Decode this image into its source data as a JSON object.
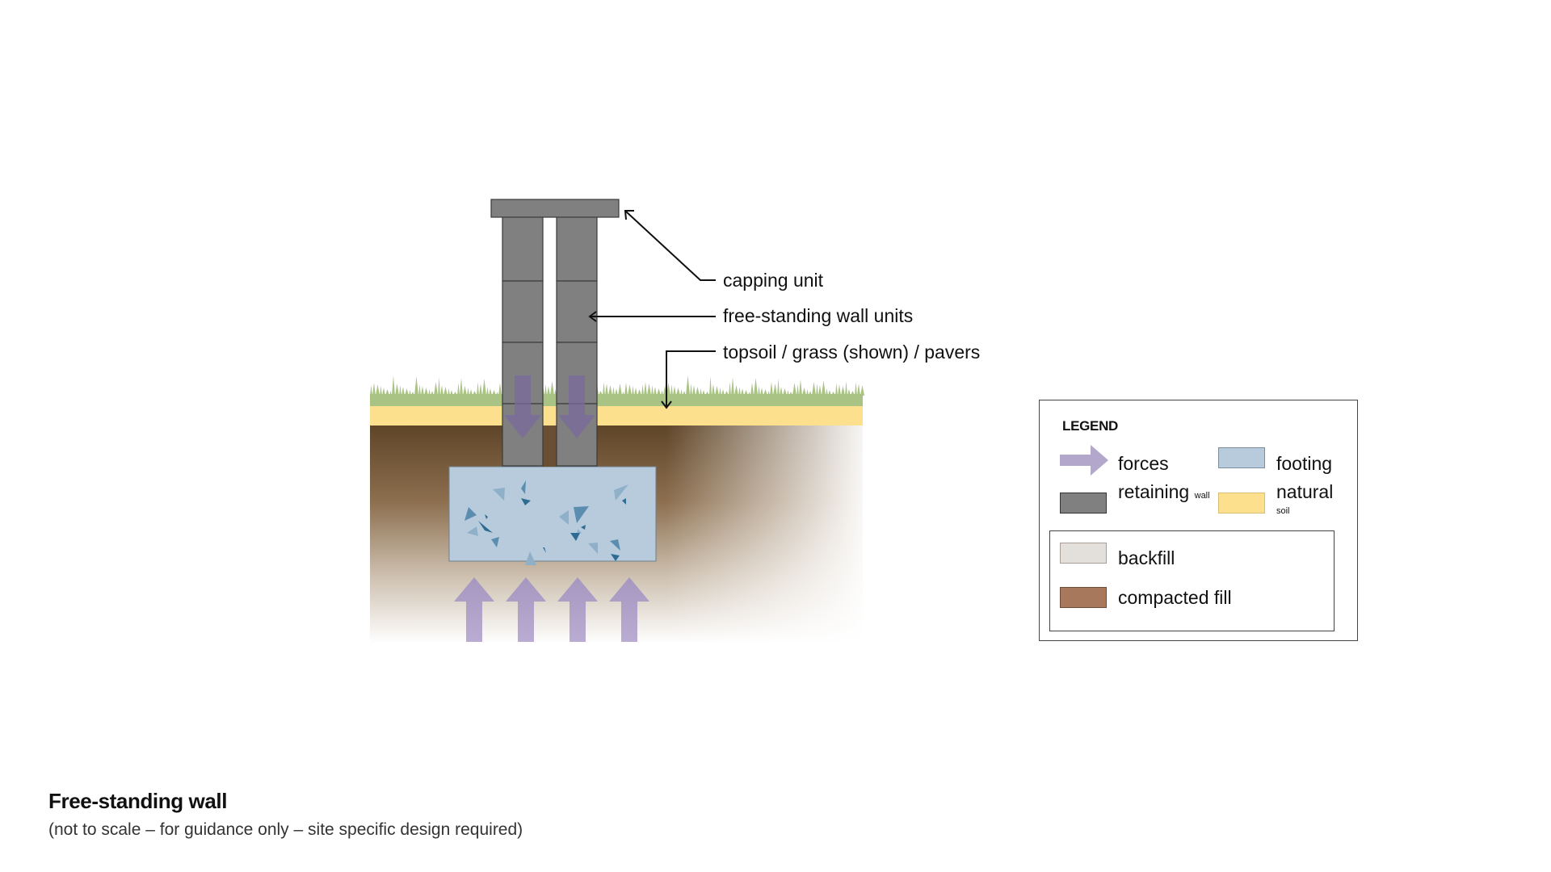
{
  "callouts": {
    "capping_unit": "capping unit",
    "wall_units": "free-standing wall units",
    "topsoil": "topsoil / grass (shown) / pavers"
  },
  "legend": {
    "title": "LEGEND",
    "items": [
      {
        "label": "forces",
        "icon": "arrow-right-icon",
        "color": "#b3a7cc"
      },
      {
        "label": "footing",
        "icon": "swatch",
        "color": "#b7cbdc"
      },
      {
        "label": "retaining",
        "sublabel": "wall",
        "icon": "swatch",
        "color": "#808080"
      },
      {
        "label": "natural",
        "sublabel": "soil",
        "icon": "swatch",
        "color": "#fde08e"
      },
      {
        "label": "backfill",
        "icon": "swatch",
        "color": "#e3dfdb"
      },
      {
        "label": "compacted fill",
        "icon": "swatch",
        "color": "#a8785c"
      }
    ]
  },
  "colors": {
    "wall": "#808080",
    "wall_stroke": "#3a3a3a",
    "grass": "#a9c384",
    "topsoil": "#fde08e",
    "soil_dark": "#5f4528",
    "footing": "#b7cbdc",
    "aggregate_light": "#8fb0c9",
    "aggregate_mid": "#5b8db0",
    "aggregate_dark": "#2f6c93",
    "force_up": "#ae9fc7",
    "force_down": "#7a6a9c"
  },
  "caption": {
    "title": "Free-standing wall",
    "subtitle": "(not to scale – for guidance only – site specific design required)"
  }
}
